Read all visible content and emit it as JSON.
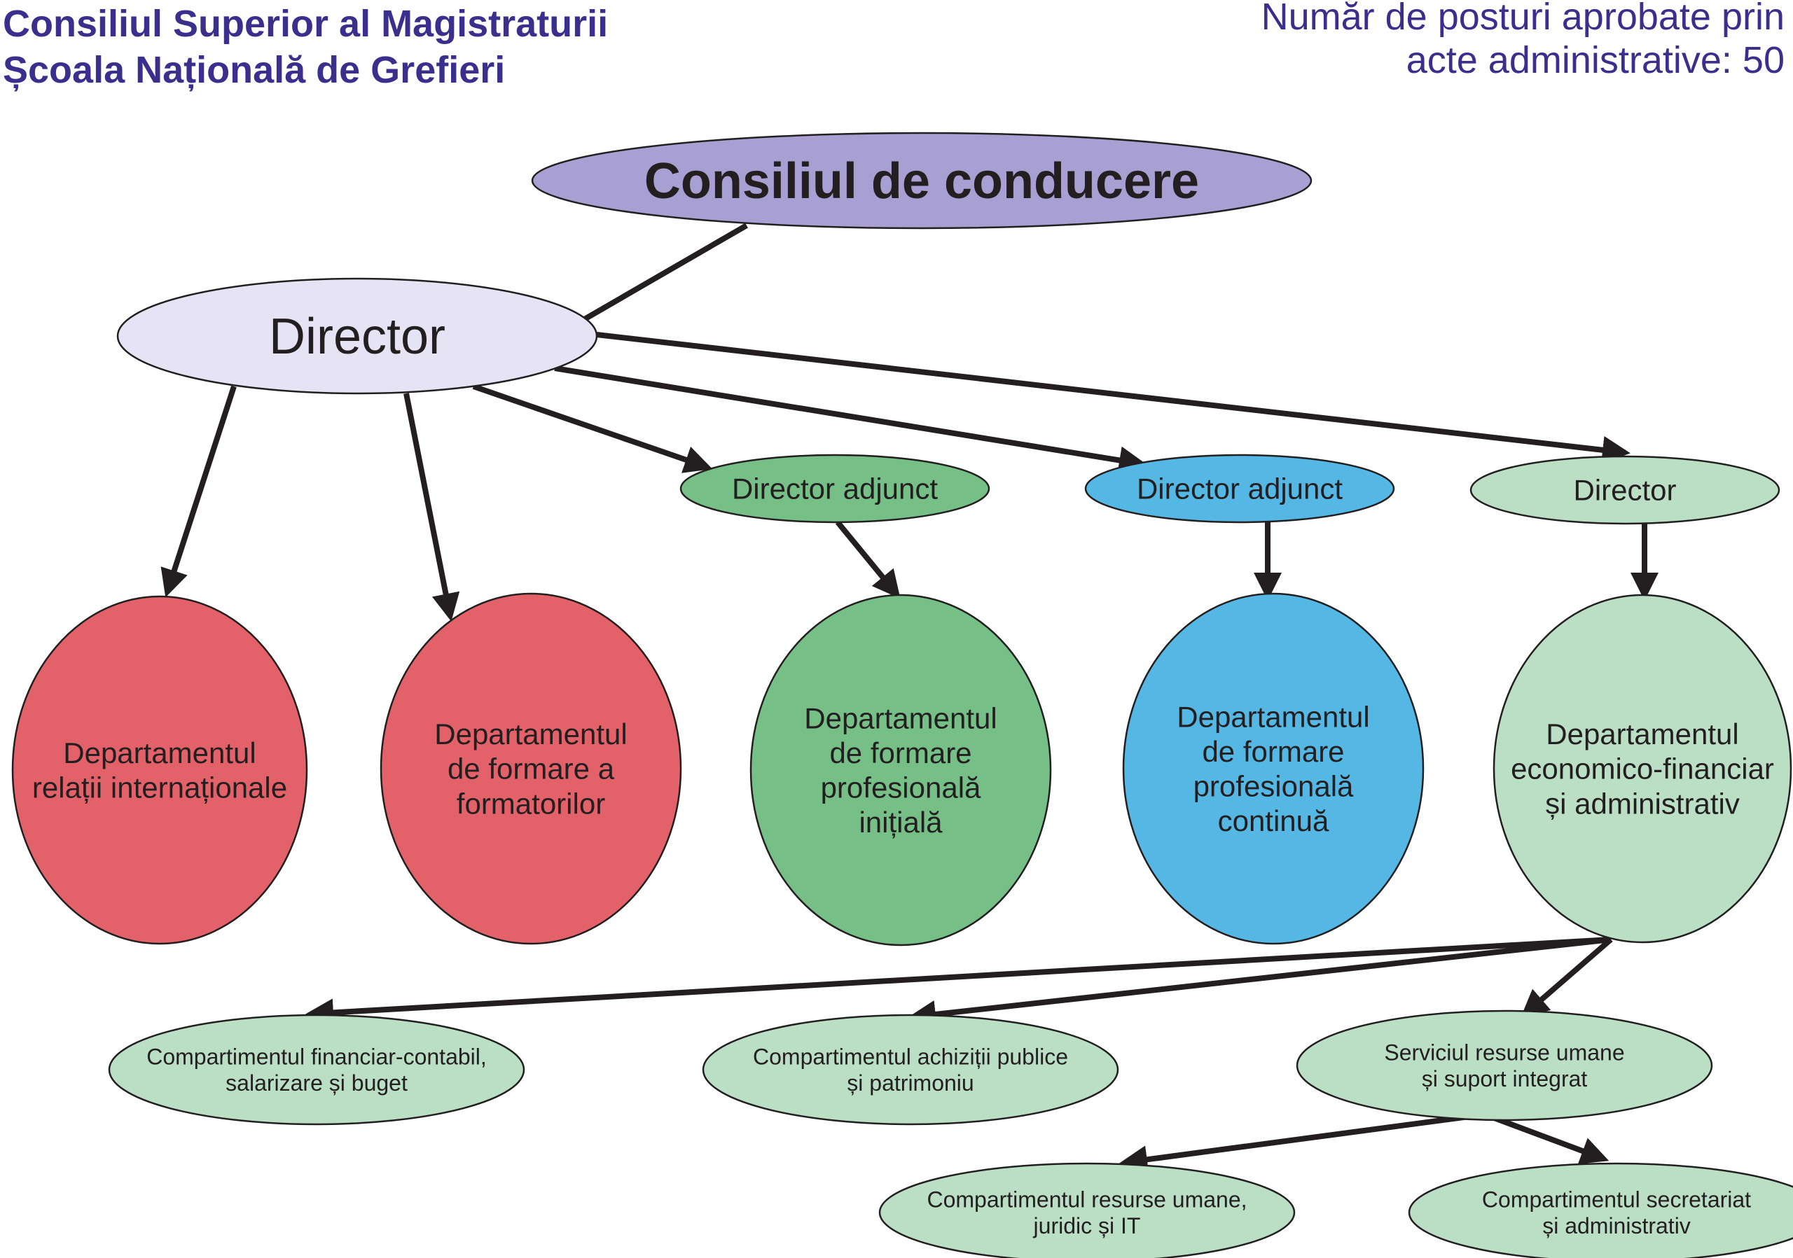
{
  "header": {
    "org_line1": "Consiliul Superior al Magistraturii",
    "org_line2": "Școala Națională de Grefieri",
    "posts_line1": "Număr de posturi aprobate prin",
    "posts_line2": "acte administrative: 50"
  },
  "colors": {
    "lavender_dark": "#a89fd2",
    "lavender_light": "#e6e4f4",
    "red": "#e36168",
    "green": "#76bf86",
    "blue": "#55b7e3",
    "mint": "#badfc5",
    "outline": "#231f20"
  },
  "nodes": {
    "consiliu": {
      "label": [
        "Consiliul de conducere"
      ]
    },
    "director_general": {
      "label": [
        "Director"
      ]
    },
    "director_adjunct_1": {
      "label": [
        "Director adjunct"
      ]
    },
    "director_adjunct_2": {
      "label": [
        "Director adjunct"
      ]
    },
    "director_economic": {
      "label": [
        "Director"
      ]
    },
    "dept_relatii": {
      "label": [
        "Departamentul",
        "relații internaționale"
      ]
    },
    "dept_formatori": {
      "label": [
        "Departamentul",
        "de formare a",
        "formatorilor"
      ]
    },
    "dept_initiala": {
      "label": [
        "Departamentul",
        "de formare",
        "profesională",
        "inițială"
      ]
    },
    "dept_continua": {
      "label": [
        "Departamentul",
        "de formare",
        "profesională",
        "continuă"
      ]
    },
    "dept_economic": {
      "label": [
        "Departamentul",
        "economico-financiar",
        "și administrativ"
      ]
    },
    "comp_financiar": {
      "label": [
        "Compartimentul financiar-contabil,",
        "salarizare și buget"
      ]
    },
    "comp_achizitii": {
      "label": [
        "Compartimentul achiziții publice",
        "și patrimoniu"
      ]
    },
    "serv_resurse": {
      "label": [
        "Serviciul resurse umane",
        "și suport integrat"
      ]
    },
    "comp_resurse_it": {
      "label": [
        "Compartimentul resurse umane,",
        "juridic și IT"
      ]
    },
    "comp_secretariat": {
      "label": [
        "Compartimentul secretariat",
        "și administrativ"
      ]
    }
  },
  "edges": [
    [
      "consiliu",
      "director_general"
    ],
    [
      "director_general",
      "dept_relatii"
    ],
    [
      "director_general",
      "dept_formatori"
    ],
    [
      "director_general",
      "director_adjunct_1"
    ],
    [
      "director_general",
      "director_adjunct_2"
    ],
    [
      "director_general",
      "director_economic"
    ],
    [
      "director_adjunct_1",
      "dept_initiala"
    ],
    [
      "director_adjunct_2",
      "dept_continua"
    ],
    [
      "director_economic",
      "dept_economic"
    ],
    [
      "dept_economic",
      "comp_financiar"
    ],
    [
      "dept_economic",
      "comp_achizitii"
    ],
    [
      "dept_economic",
      "serv_resurse"
    ],
    [
      "serv_resurse",
      "comp_resurse_it"
    ],
    [
      "serv_resurse",
      "comp_secretariat"
    ]
  ]
}
